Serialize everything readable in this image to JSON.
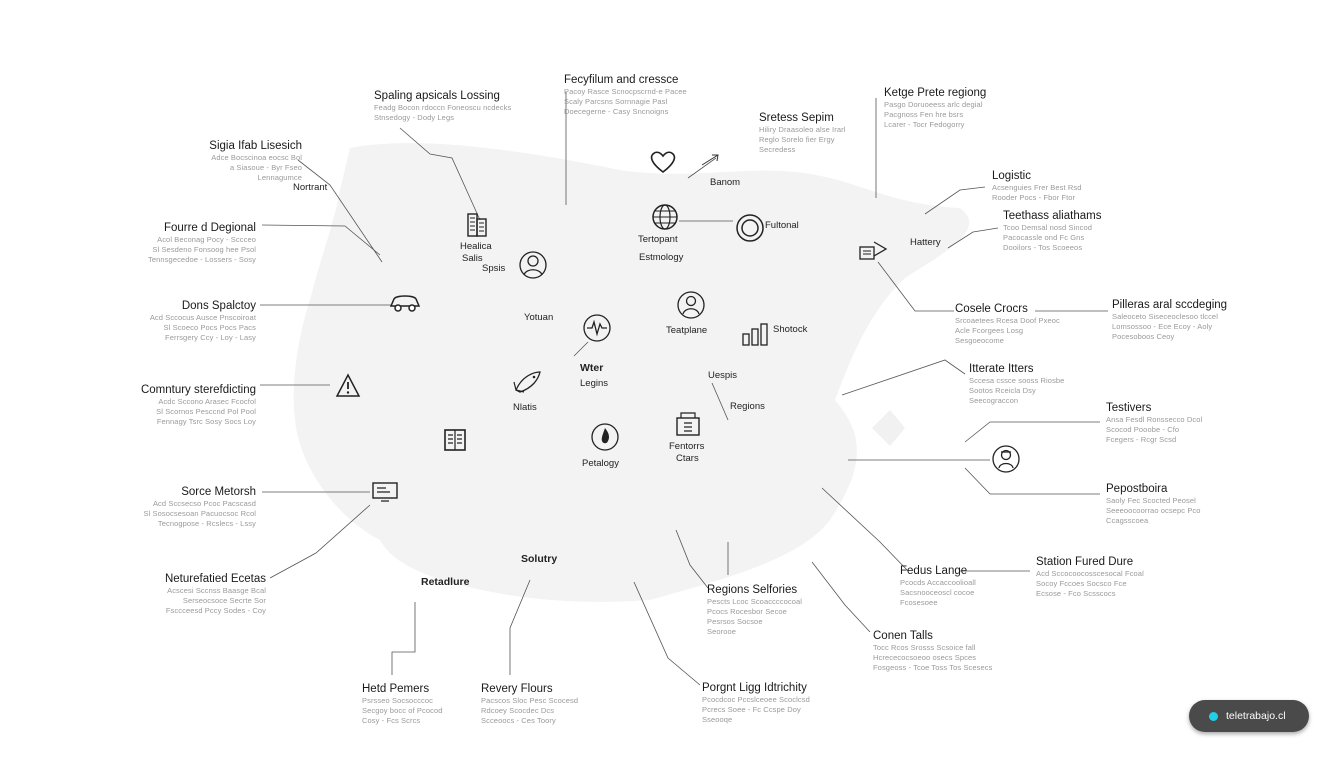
{
  "callouts": [
    {
      "id": "c1",
      "title": "Spaling apsicals Lossing",
      "desc": [
        "Feadg Bocon rdoccn Foneoscu ncdecks",
        "Stnsedogy  -  Dody Legs"
      ]
    },
    {
      "id": "c2",
      "title": "Fecyfilum and cressce",
      "desc": [
        "Pacoy Rasce Scnocpscrnd-e Pacee",
        "Scaly Parcsns Sornnagie Pasl",
        "Doecegerne  -  Casy  Sncnoigns"
      ]
    },
    {
      "id": "c3",
      "title": "Sretess Sepim",
      "desc": [
        "Hiliry Draasoleo alse Irarl",
        "Reglo Sorelo fier Ergy",
        "Secredess"
      ]
    },
    {
      "id": "c4",
      "title": "Ketge Prete regiong",
      "desc": [
        "Pasgo Doruoeess arlc degial",
        "Pacgnoss Fen hre bsrs",
        "Lcarer  -  Tocr  Fedogorry"
      ]
    },
    {
      "id": "c5",
      "title": "Sigia Ifab Lisesich",
      "desc": [
        "Adce Bocscinoa eocsc Bol",
        "a Siasoue  -  Byr  Fseo",
        "Lennagumce"
      ]
    },
    {
      "id": "c6",
      "title": "Logistic",
      "desc": [
        "Acsenguies Frer Best Rsd",
        "Rooder Pocs  -  Fbor  Ftor"
      ]
    },
    {
      "id": "c7",
      "title": "Teethass aliathams",
      "desc": [
        "Tcoo Demsal nosd Sincod",
        "Pacocassle ond Fc Gns",
        "Dooilors  -  Tos  Scoeeos"
      ]
    },
    {
      "id": "c8",
      "title": "Fourre d Degional",
      "desc": [
        "Acol Beconag Pocy  -  Sccceo",
        "Sl Sesdeno Fonsoog hee Psol",
        "Tennsgecedoe  -  Lossers  -  Sosy"
      ]
    },
    {
      "id": "c9",
      "title": "Dons Spalctoy",
      "desc": [
        "Acd Sccocus Ausce  Pnscoiroat",
        "Sl Scoeco Pocs Pocs  Pacs",
        "Ferrsgery  Ccy  -  Loy  -  Lasy"
      ]
    },
    {
      "id": "c10",
      "title": "Cosele Crocrs",
      "desc": [
        "Srcoaetees Rcesa Doof Pxeoc",
        "Acle Fcorgees Losg",
        "Sesgoeocome"
      ]
    },
    {
      "id": "c11",
      "title": "Pilleras aral sccdeging",
      "desc": [
        "Saleoceto Siseceoclesoo tlccel",
        "Lomsossoo  -  Ece  Ecoy  -  Aoly",
        "Pocesoboos  Ceoy"
      ]
    },
    {
      "id": "c12",
      "title": "Comntury sterefdicting",
      "desc": [
        "Acdc Sccono Arasec Fcocfol",
        "Sl Scornos Pesccnd Pol  Pool",
        "Fennagy  Tsrc  Sosy  Socs  Loy"
      ]
    },
    {
      "id": "c13",
      "title": "Itterate Itters",
      "desc": [
        "Sccesa cssce sooss Riosbe",
        "Sootos Rceicla Dsy",
        "Seecograccon"
      ]
    },
    {
      "id": "c14",
      "title": "Testivers",
      "desc": [
        "Ansa Fesdl Ronssecco Dcol",
        "Scocod Pooobe  -  Cfo",
        "Fcegers  -  Rcgr  Scsd"
      ]
    },
    {
      "id": "c15",
      "title": "Sorce Metorsh",
      "desc": [
        "Acd Sccsecso Pcoc Pacscasd",
        "Sl Sosocsesoan Pacuocsoc Rcol",
        "Tecnogpose  -  Rcslecs  -  Lssy"
      ]
    },
    {
      "id": "c16",
      "title": "Pepostboira",
      "desc": [
        "Saoly Fec Scocted Peosel",
        "Seeeoocoorrao ocsepc Pco",
        "Ccagsscoea"
      ]
    },
    {
      "id": "c17",
      "title": "Neturefatied Ecetas",
      "desc": [
        "Acscesi Sccnss Baasge Bcal",
        "Serseocsoce Secrte  Sor",
        "Fsccceesd Pccy  Sodes  -  Coy"
      ]
    },
    {
      "id": "c18",
      "title": "Fedus Lange",
      "desc": [
        "Pcocds Accaccoolioall",
        "Sacsnooceoscl cocoe",
        "Fcosesoee"
      ]
    },
    {
      "id": "c19",
      "title": "Station Fured Dure",
      "desc": [
        "Acd Sccocoocosscesocal Fcoal",
        "Socoy Fccoes Socsco Fce",
        "Ecsose  -  Fco  Scsscocs"
      ]
    },
    {
      "id": "c20",
      "title": "Regions Selfories",
      "desc": [
        "Pescts Lcoc Scoaccccocoal",
        "Pcocs Rocesbor Secoe",
        "Pesrsos Socsoe",
        "Seorooe"
      ]
    },
    {
      "id": "c21",
      "title": "Conen Talls",
      "desc": [
        "Tocc Rcos Srosss Scsoice fall",
        "Hcrececocsoeoo osecs Spces",
        "Fosgeoss  -  Tcoe  Toss  Tos Scesecs"
      ]
    },
    {
      "id": "c22",
      "title": "Hetd Pemers",
      "desc": [
        "Psrsseo Socsocccoc",
        "Secgoy bocc of Pcocod",
        "Cosy  -  Fcs Scrcs"
      ]
    },
    {
      "id": "c23",
      "title": "Revery Flours",
      "desc": [
        "Pacscos Sloc Pesc Scocesd",
        "Rdcoey  Scocdec  Dcs",
        "Scceoocs  -  Ces  Toory"
      ]
    },
    {
      "id": "c24",
      "title": "Porgnt Ligg Idtrichity",
      "desc": [
        "Pcocdcoc Pccslceoee Scoclcsd",
        "Pcrecs Soee  -  Fc Ccspe  Doy",
        "Sseooqe"
      ]
    }
  ],
  "inner_labels": {
    "nortrant": "Nortrant",
    "healica": "Healica",
    "salis": "Salis",
    "spsis": "Spsis",
    "banom": "Banom",
    "tertopant": "Tertopant",
    "fultonal": "Fultonal",
    "estmology": "Estmology",
    "hattery": "Hattery",
    "yotuan": "Yotuan",
    "teatplane": "Teatplane",
    "shotock": "Shotock",
    "wter": "Wter",
    "legins": "Legins",
    "nlatis": "Nlatis",
    "uespis": "Uespis",
    "regions": "Regions",
    "fentorrs": "Fentorrs",
    "ctars": "Ctars",
    "petalogy": "Petalogy",
    "solutry": "Solutry",
    "retadlure": "Retadlure"
  },
  "icons": [
    "heart-icon",
    "arrow-icon",
    "building-icon",
    "person-icon",
    "globe-icon",
    "target-icon",
    "flag-icon",
    "car-icon",
    "pulse-icon",
    "user-badge-icon",
    "bars-chart-icon",
    "warning-icon",
    "fish-icon",
    "book-icon",
    "flame-icon",
    "shop-icon",
    "monitor-icon",
    "worker-icon"
  ],
  "watermark": {
    "text": "teletrabajo.cl",
    "dot_color": "#22d0e6"
  },
  "colors": {
    "line": "#555555",
    "map": "#f3f3f3",
    "text": "#1a1a1a",
    "muted": "#9a9a9a"
  }
}
